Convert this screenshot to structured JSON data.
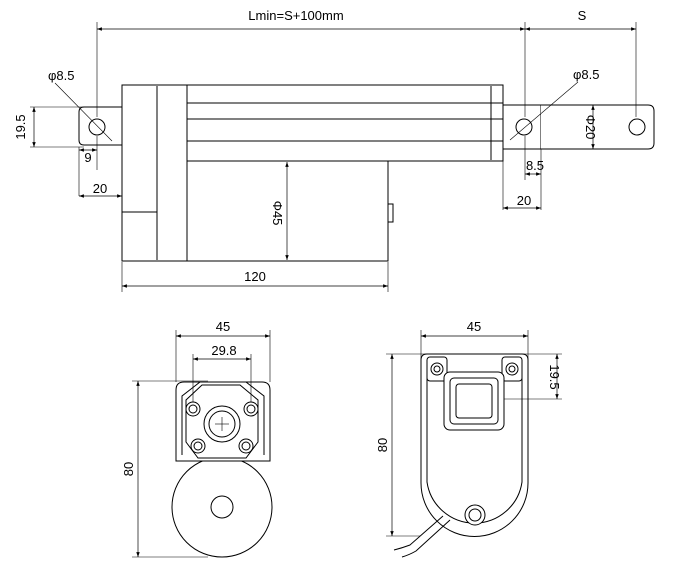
{
  "labels": {
    "length_min": "Lmin=S+100mm",
    "stroke": "S",
    "hole_left": "φ8.5",
    "hole_right": "φ8.5",
    "lug_height": "19.5",
    "lug_offset": "9",
    "lug_left_20": "20",
    "rod_dia": "Φ20",
    "rod_offset": "8.5",
    "rod_20": "20",
    "motor_dia": "Φ45",
    "body_len": "120",
    "front_w": "45",
    "front_hole_spacing": "29.8",
    "front_h": "80",
    "rear_w": "45",
    "rear_lug": "19.5",
    "rear_h": "80"
  }
}
